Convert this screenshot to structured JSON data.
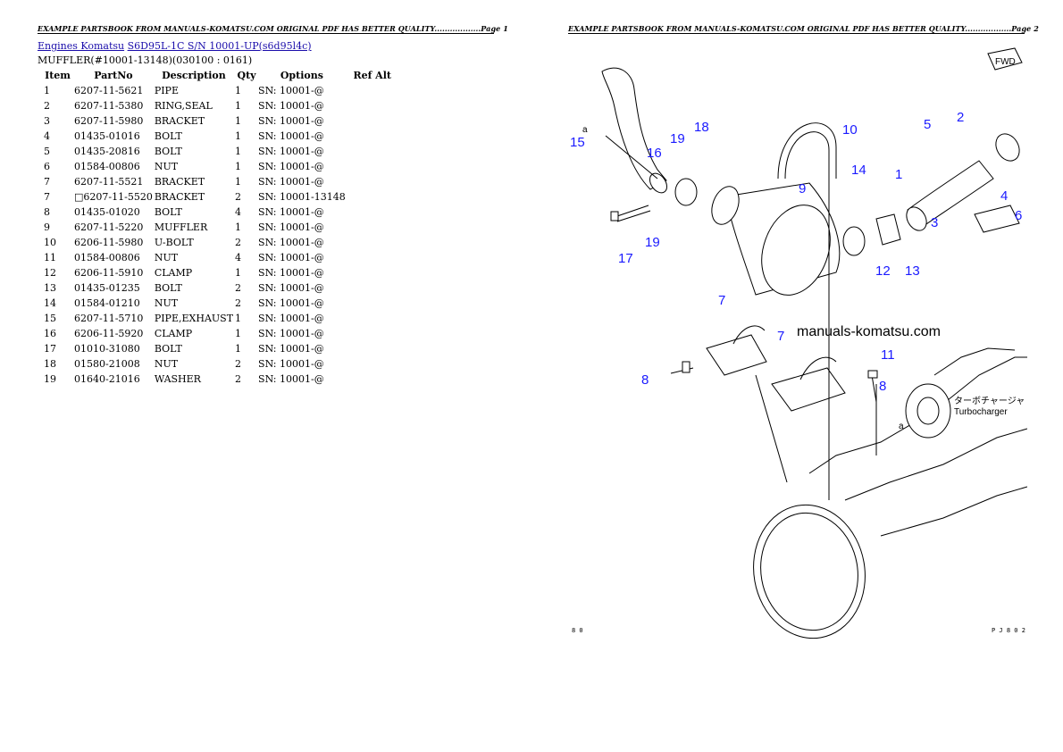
{
  "page_headers": {
    "left": "EXAMPLE PARTSBOOK FROM MANUALS-KOMATSU.COM ORIGINAL PDF HAS BETTER QUALITY..................Page 1",
    "right": "EXAMPLE PARTSBOOK FROM MANUALS-KOMATSU.COM ORIGINAL PDF HAS BETTER QUALITY..................Page 2"
  },
  "breadcrumb": {
    "link1": "Engines Komatsu",
    "link2": "S6D95L-1C S/N 10001-UP(s6d95l4c)"
  },
  "subtitle": "MUFFLER(#10001-13148)(030100 : 0161)",
  "table": {
    "headers": [
      "Item",
      "PartNo",
      "Description",
      "Qty",
      "Options",
      "Ref Alt"
    ],
    "rows": [
      [
        "1",
        "6207-11-5621",
        "PIPE",
        "1",
        "SN: 10001-@",
        ""
      ],
      [
        "2",
        "6207-11-5380",
        "RING,SEAL",
        "1",
        "SN: 10001-@",
        ""
      ],
      [
        "3",
        "6207-11-5980",
        "BRACKET",
        "1",
        "SN: 10001-@",
        ""
      ],
      [
        "4",
        "01435-01016",
        "BOLT",
        "1",
        "SN: 10001-@",
        ""
      ],
      [
        "5",
        "01435-20816",
        "BOLT",
        "1",
        "SN: 10001-@",
        ""
      ],
      [
        "6",
        "01584-00806",
        "NUT",
        "1",
        "SN: 10001-@",
        ""
      ],
      [
        "7",
        "6207-11-5521",
        "BRACKET",
        "1",
        "SN: 10001-@",
        ""
      ],
      [
        "7",
        "□6207-11-5520",
        "BRACKET",
        "2",
        "SN: 10001-13148",
        ""
      ],
      [
        "8",
        "01435-01020",
        "BOLT",
        "4",
        "SN: 10001-@",
        ""
      ],
      [
        "9",
        "6207-11-5220",
        "MUFFLER",
        "1",
        "SN: 10001-@",
        ""
      ],
      [
        "10",
        "6206-11-5980",
        "U-BOLT",
        "2",
        "SN: 10001-@",
        ""
      ],
      [
        "11",
        "01584-00806",
        "NUT",
        "4",
        "SN: 10001-@",
        ""
      ],
      [
        "12",
        "6206-11-5910",
        "CLAMP",
        "1",
        "SN: 10001-@",
        ""
      ],
      [
        "13",
        "01435-01235",
        "BOLT",
        "2",
        "SN: 10001-@",
        ""
      ],
      [
        "14",
        "01584-01210",
        "NUT",
        "2",
        "SN: 10001-@",
        ""
      ],
      [
        "15",
        "6207-11-5710",
        "PIPE,EXHAUST",
        "1",
        "SN: 10001-@",
        ""
      ],
      [
        "16",
        "6206-11-5920",
        "CLAMP",
        "1",
        "SN: 10001-@",
        ""
      ],
      [
        "17",
        "01010-31080",
        "BOLT",
        "1",
        "SN: 10001-@",
        ""
      ],
      [
        "18",
        "01580-21008",
        "NUT",
        "2",
        "SN: 10001-@",
        ""
      ],
      [
        "19",
        "01640-21016",
        "WASHER",
        "2",
        "SN: 10001-@",
        ""
      ]
    ]
  },
  "diagram": {
    "watermark": "manuals-komatsu.com",
    "fwd_label": "FWD",
    "turbo_jp": "ターボチャージャ",
    "turbo_en": "Turbocharger",
    "ref_a": "a",
    "footer_left": "8 0",
    "footer_right": "P J 8 0 2",
    "callouts": [
      "15",
      "16",
      "19",
      "18",
      "10",
      "5",
      "2",
      "9",
      "14",
      "1",
      "4",
      "6",
      "3",
      "17",
      "19",
      "12",
      "13",
      "7",
      "7",
      "11",
      "8",
      "8"
    ]
  },
  "colors": {
    "link": "#1a0dab",
    "callout": "#1a1aff"
  }
}
